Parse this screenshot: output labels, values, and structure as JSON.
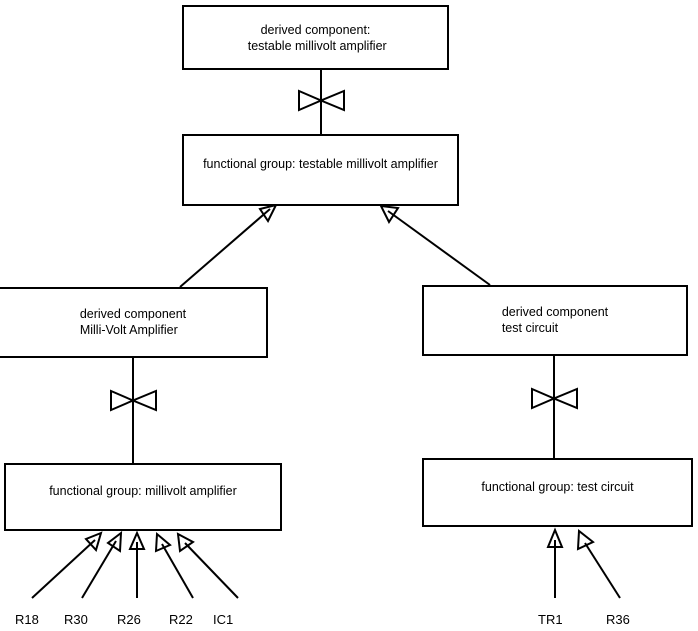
{
  "diagram": {
    "type": "component-decomposition-diagram",
    "background_color": "#ffffff",
    "line_color": "#000000",
    "nodes": [
      {
        "id": "derived-testable-millivolt-amplifier",
        "kind": "derived component",
        "line1": "derived component:",
        "line2": " testable millivolt amplifier",
        "align": "center"
      },
      {
        "id": "fg-testable-millivolt-amplifier",
        "kind": "functional group",
        "line1": "functional group: testable millivolt amplifier",
        "line2": "",
        "align": "center"
      },
      {
        "id": "derived-milli-volt-amplifier",
        "kind": "derived component",
        "line1": "derived component",
        "line2": "Milli-Volt Amplifier",
        "align": "left"
      },
      {
        "id": "derived-test-circuit",
        "kind": "derived component",
        "line1": "derived component",
        "line2": "test circuit",
        "align": "left"
      },
      {
        "id": "fg-millivolt-amplifier",
        "kind": "functional group",
        "line1": "functional group: millivolt amplifier",
        "line2": "",
        "align": "center"
      },
      {
        "id": "fg-test-circuit",
        "kind": "functional group",
        "line1": "functional group: test circuit",
        "line2": "",
        "align": "center"
      }
    ],
    "leaf_labels_left": [
      "R18",
      "R30",
      "R26",
      "R22",
      "IC1"
    ],
    "leaf_labels_right": [
      "TR1",
      "R36"
    ],
    "connectors": [
      {
        "from": "derived-testable-millivolt-amplifier",
        "to": "fg-testable-millivolt-amplifier",
        "style": "bowtie-link"
      },
      {
        "from": "derived-milli-volt-amplifier",
        "to": "fg-millivolt-amplifier",
        "style": "bowtie-link"
      },
      {
        "from": "derived-test-circuit",
        "to": "fg-test-circuit",
        "style": "bowtie-link"
      },
      {
        "from": "derived-milli-volt-amplifier",
        "to": "fg-testable-millivolt-amplifier",
        "style": "hollow-arrow"
      },
      {
        "from": "derived-test-circuit",
        "to": "fg-testable-millivolt-amplifier",
        "style": "hollow-arrow"
      },
      {
        "from": "R18",
        "to": "fg-millivolt-amplifier",
        "style": "hollow-arrow"
      },
      {
        "from": "R30",
        "to": "fg-millivolt-amplifier",
        "style": "hollow-arrow"
      },
      {
        "from": "R26",
        "to": "fg-millivolt-amplifier",
        "style": "hollow-arrow"
      },
      {
        "from": "R22",
        "to": "fg-millivolt-amplifier",
        "style": "hollow-arrow"
      },
      {
        "from": "IC1",
        "to": "fg-millivolt-amplifier",
        "style": "hollow-arrow"
      },
      {
        "from": "TR1",
        "to": "fg-test-circuit",
        "style": "hollow-arrow"
      },
      {
        "from": "R36",
        "to": "fg-test-circuit",
        "style": "hollow-arrow"
      }
    ]
  }
}
